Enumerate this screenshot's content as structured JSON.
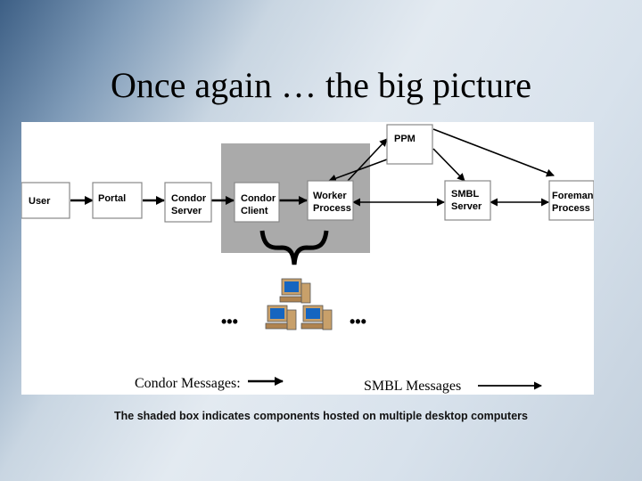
{
  "title": "Once again … the big picture",
  "caption": "The shaded box indicates components hosted on multiple desktop computers",
  "diagram": {
    "nodes": {
      "user": [
        "User"
      ],
      "portal": [
        "Portal"
      ],
      "condor_server": [
        "Condor",
        "Server"
      ],
      "condor_client": [
        "Condor",
        "Client"
      ],
      "worker_process": [
        "Worker",
        "Process"
      ],
      "ppm": [
        "PPM"
      ],
      "smbl_server": [
        "SMBL",
        "Server"
      ],
      "foreman_process": [
        "Foreman",
        "Process"
      ]
    },
    "ellipsis_left": "•••",
    "ellipsis_right": "•••",
    "legend": {
      "condor_label": "Condor Messages:",
      "smbl_label": "SMBL Messages"
    }
  },
  "colors": {
    "shaded_box": "#aaaaaa",
    "monitor_screen": "#1565c0",
    "computer_body": "#c8a06a"
  }
}
